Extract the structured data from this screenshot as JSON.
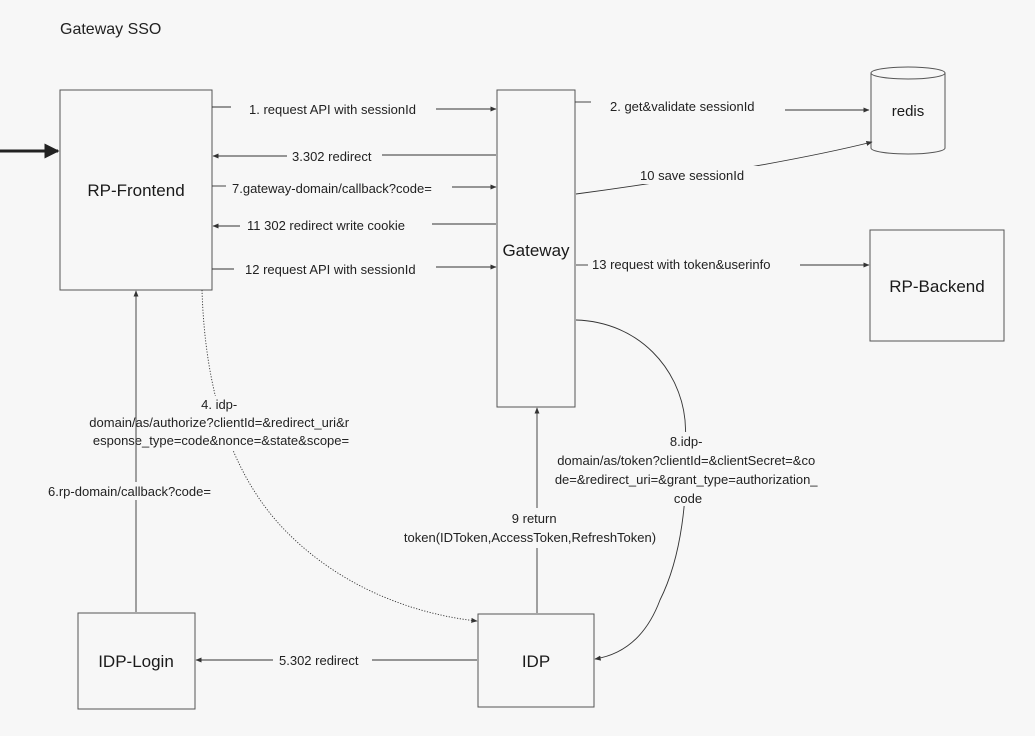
{
  "title": "Gateway   SSO",
  "nodes": {
    "rp_frontend": "RP-Frontend",
    "gateway": "Gateway",
    "redis": "redis",
    "rp_backend": "RP-Backend",
    "idp_login": "IDP-Login",
    "idp": "IDP"
  },
  "edges": {
    "e1": "1. request API with sessionId",
    "e2": "2. get&validate sessionId",
    "e3": "3.302 redirect",
    "e4": [
      "4. idp-",
      "domain/as/authorize?clientId=&redirect_uri&r",
      "esponse_type=code&nonce=&state&scope="
    ],
    "e5": "5.302 redirect",
    "e6": "6.rp-domain/callback?code=",
    "e7": "7.gateway-domain/callback?code=",
    "e8": [
      "8.idp-",
      "domain/as/token?clientId=&clientSecret=&co",
      "de=&redirect_uri=&grant_type=authorization_",
      "code"
    ],
    "e9": [
      "9 return",
      "token(IDToken,AccessToken,RefreshToken)"
    ],
    "e10": "10 save sessionId",
    "e11": "11 302 redirect  write cookie",
    "e12": "12 request API with sessionId",
    "e13": "13 request with token&userinfo"
  }
}
